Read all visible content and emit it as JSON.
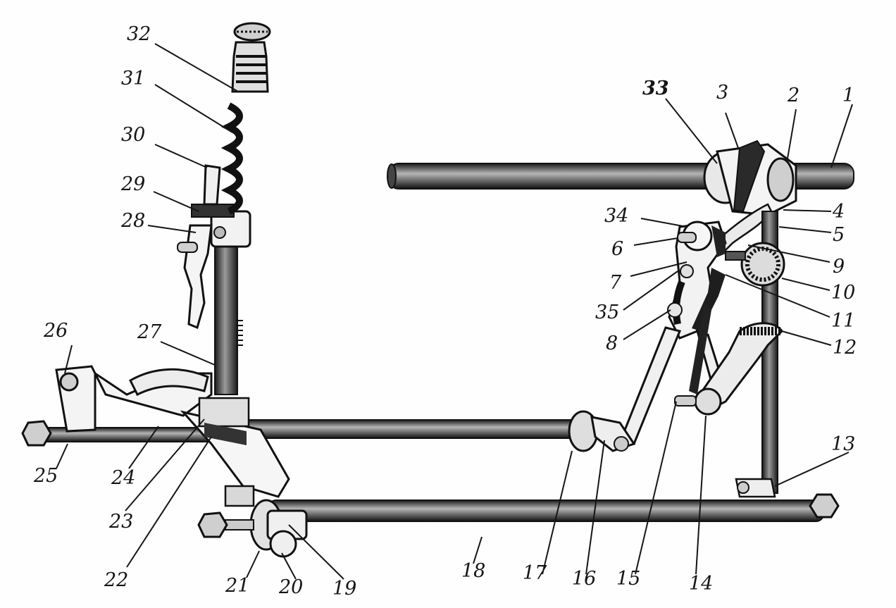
{
  "colors": {
    "ink": "#151515",
    "paper": "#fefefe",
    "metal_dark": "#2a2a2a",
    "metal_mid": "#6e6e6e",
    "metal_light": "#d9d9d9"
  },
  "labels": [
    {
      "id": "1",
      "text": "1"
    },
    {
      "id": "2",
      "text": "2"
    },
    {
      "id": "3",
      "text": "3"
    },
    {
      "id": "4",
      "text": "4"
    },
    {
      "id": "5",
      "text": "5"
    },
    {
      "id": "6",
      "text": "6"
    },
    {
      "id": "7",
      "text": "7"
    },
    {
      "id": "8",
      "text": "8"
    },
    {
      "id": "9",
      "text": "9"
    },
    {
      "id": "10",
      "text": "10"
    },
    {
      "id": "11",
      "text": "11"
    },
    {
      "id": "12",
      "text": "12"
    },
    {
      "id": "13",
      "text": "13"
    },
    {
      "id": "14",
      "text": "14"
    },
    {
      "id": "15",
      "text": "15"
    },
    {
      "id": "16",
      "text": "16"
    },
    {
      "id": "17",
      "text": "17"
    },
    {
      "id": "18",
      "text": "18"
    },
    {
      "id": "19",
      "text": "19"
    },
    {
      "id": "20",
      "text": "20"
    },
    {
      "id": "21",
      "text": "21"
    },
    {
      "id": "22",
      "text": "22"
    },
    {
      "id": "23",
      "text": "23"
    },
    {
      "id": "24",
      "text": "24"
    },
    {
      "id": "25",
      "text": "25"
    },
    {
      "id": "26",
      "text": "26"
    },
    {
      "id": "27",
      "text": "27"
    },
    {
      "id": "28",
      "text": "28"
    },
    {
      "id": "29",
      "text": "29"
    },
    {
      "id": "30",
      "text": "30"
    },
    {
      "id": "31",
      "text": "31"
    },
    {
      "id": "32",
      "text": "32"
    },
    {
      "id": "33",
      "text": "33"
    },
    {
      "id": "34",
      "text": "34"
    },
    {
      "id": "35",
      "text": "35"
    }
  ]
}
